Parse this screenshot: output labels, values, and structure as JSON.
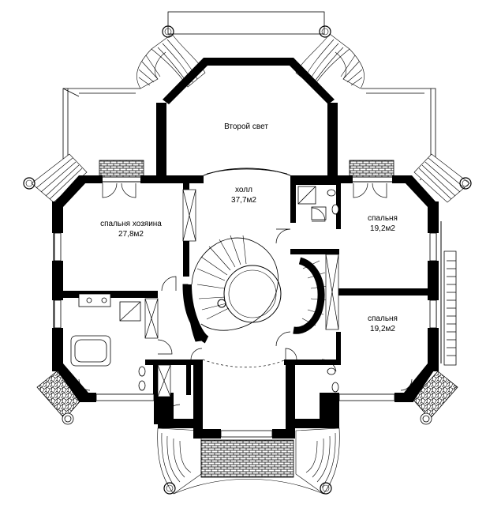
{
  "plan": {
    "second_light": "Второй свет",
    "rooms": [
      {
        "id": "hall",
        "name": "холл",
        "area": "37,7м2"
      },
      {
        "id": "master-bedroom",
        "name": "спальня хозяина",
        "area": "27,8м2"
      },
      {
        "id": "bedroom-upper",
        "name": "спальня",
        "area": "19,2м2"
      },
      {
        "id": "bedroom-lower",
        "name": "спальня",
        "area": "19,2м2"
      }
    ]
  },
  "colors": {
    "wall": "#000000",
    "line": "#000000",
    "background": "#ffffff"
  }
}
